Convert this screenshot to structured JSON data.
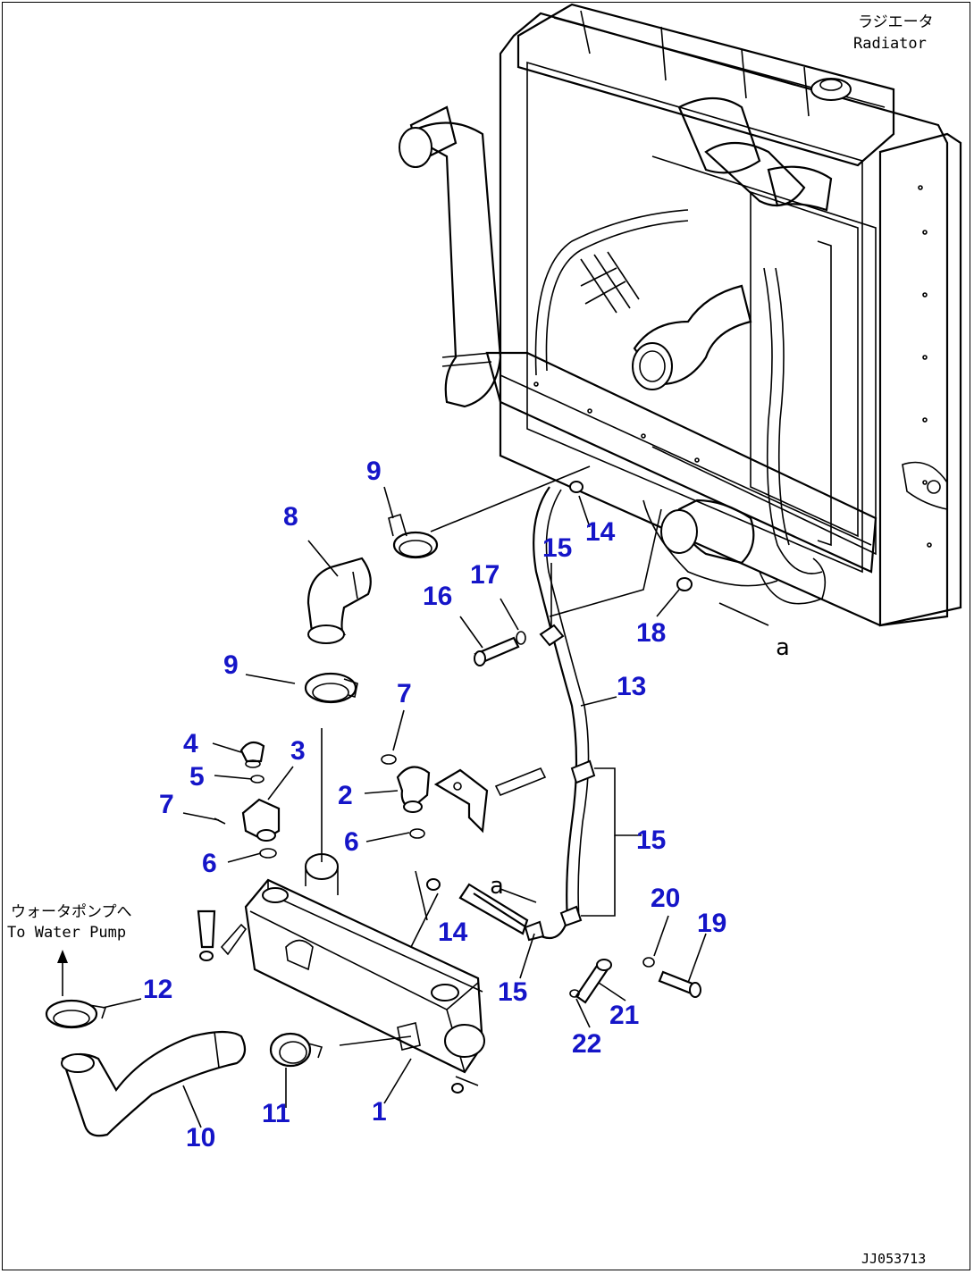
{
  "labels": {
    "radiator_jp": "ラジエータ",
    "radiator_en": "Radiator",
    "pump_jp": "ウォータポンプへ",
    "pump_en": "To Water Pump",
    "view_a": "a",
    "drawing_no": "JJ053713"
  },
  "callouts": [
    {
      "id": "c1",
      "text": "1"
    },
    {
      "id": "c2",
      "text": "2"
    },
    {
      "id": "c3",
      "text": "3"
    },
    {
      "id": "c4",
      "text": "4"
    },
    {
      "id": "c5",
      "text": "5"
    },
    {
      "id": "c6a",
      "text": "6"
    },
    {
      "id": "c6b",
      "text": "6"
    },
    {
      "id": "c7a",
      "text": "7"
    },
    {
      "id": "c7b",
      "text": "7"
    },
    {
      "id": "c8",
      "text": "8"
    },
    {
      "id": "c9a",
      "text": "9"
    },
    {
      "id": "c9b",
      "text": "9"
    },
    {
      "id": "c10",
      "text": "10"
    },
    {
      "id": "c11",
      "text": "11"
    },
    {
      "id": "c12",
      "text": "12"
    },
    {
      "id": "c13",
      "text": "13"
    },
    {
      "id": "c14a",
      "text": "14"
    },
    {
      "id": "c14b",
      "text": "14"
    },
    {
      "id": "c15a",
      "text": "15"
    },
    {
      "id": "c15b",
      "text": "15"
    },
    {
      "id": "c15c",
      "text": "15"
    },
    {
      "id": "c16",
      "text": "16"
    },
    {
      "id": "c17",
      "text": "17"
    },
    {
      "id": "c18",
      "text": "18"
    },
    {
      "id": "c19",
      "text": "19"
    },
    {
      "id": "c20",
      "text": "20"
    },
    {
      "id": "c21",
      "text": "21"
    },
    {
      "id": "c22",
      "text": "22"
    }
  ]
}
